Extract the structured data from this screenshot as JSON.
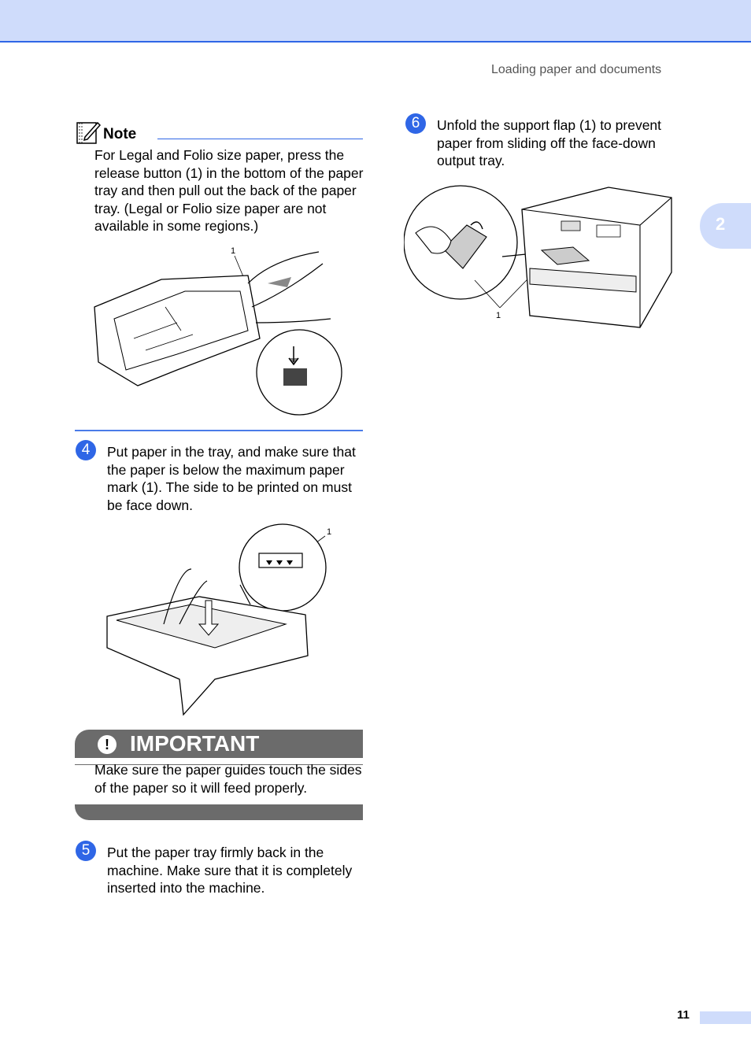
{
  "header": {
    "running_title": "Loading paper and documents"
  },
  "chapter_tab": {
    "number": "2"
  },
  "footer": {
    "page_number": "11"
  },
  "note": {
    "title": "Note",
    "body": "For Legal and Folio size paper, press the release button (1) in the bottom of the paper tray and then pull out the back of the paper tray. (Legal or Folio size paper are not available in some regions.)",
    "callout": "1"
  },
  "steps": [
    {
      "number": "4",
      "text": "Put paper in the tray, and make sure that the paper is below the maximum paper mark (1). The side to be printed on must be face down.",
      "callout": "1"
    },
    {
      "number": "5",
      "text": "Put the paper tray firmly back in the machine. Make sure that it is completely inserted into the machine."
    },
    {
      "number": "6",
      "text": "Unfold the support flap (1) to prevent paper from sliding off the face-down output tray.",
      "callout": "1"
    }
  ],
  "important": {
    "icon": "exclamation",
    "title": "IMPORTANT",
    "body": "Make sure the paper guides touch the sides of the paper so it will feed properly."
  },
  "colors": {
    "accent": "#2f66e6",
    "band": "#cfdcfb",
    "important_bar": "#6b6b6b"
  }
}
